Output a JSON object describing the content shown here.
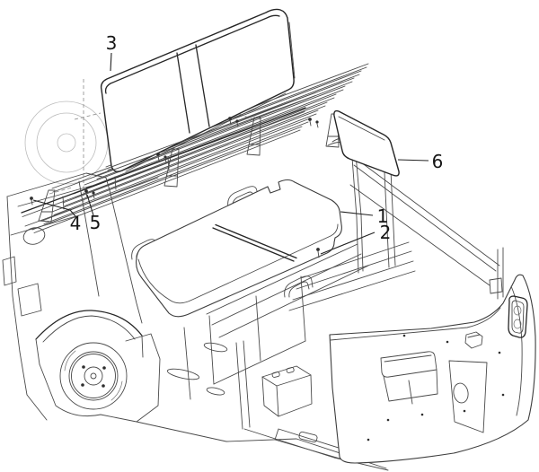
{
  "figure": {
    "kind": "technical-parts-line-drawing",
    "background": "#ffffff"
  },
  "colors": {
    "line": "#4a4a4a",
    "emphasis": "#262626",
    "faint": "#bdbdbd",
    "label": "#161616"
  },
  "callouts": [
    {
      "id": "1",
      "label": "1"
    },
    {
      "id": "2",
      "label": "2"
    },
    {
      "id": "3",
      "label": "3"
    },
    {
      "id": "4",
      "label": "4"
    },
    {
      "id": "5",
      "label": "5"
    },
    {
      "id": "6",
      "label": "6"
    }
  ]
}
